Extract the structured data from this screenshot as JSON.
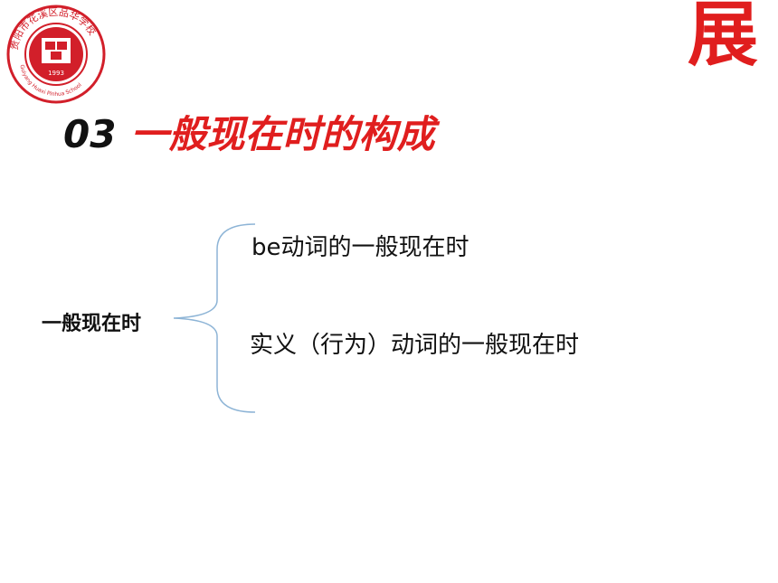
{
  "header": {
    "logo_text": "贵阳市花溪区品华学校 Guiyang Huaxi Pinhua School 1993",
    "corner_word": "展",
    "brand_color": "#e01e1e",
    "logo_color": "#d21f2a"
  },
  "slide": {
    "section_number": "03",
    "title": "一般现在时的构成",
    "root_label": "一般现在时",
    "branches": [
      {
        "label": "be动词的一般现在时"
      },
      {
        "label": "实义（行为）动词的一般现在时"
      }
    ],
    "brace_color": "#8db4d6"
  }
}
